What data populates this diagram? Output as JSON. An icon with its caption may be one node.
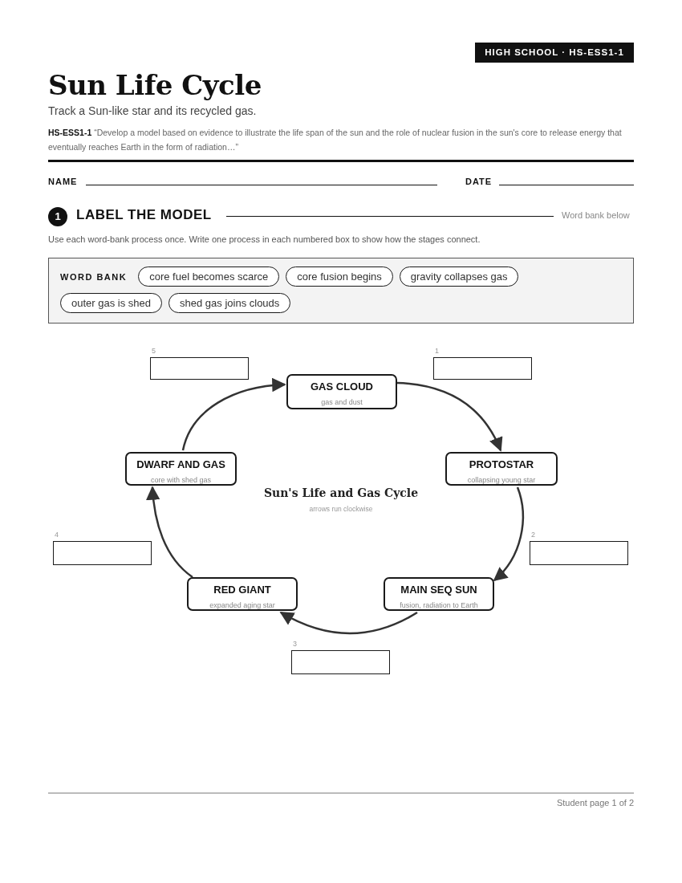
{
  "diagram": {
    "title": "Sun Life Cycle",
    "nodes": [
      {
        "text": [
          "HIGH SCHOOL · HS-ESS1-1"
        ]
      },
      {
        "text": [
          "1"
        ]
      },
      {
        "text": [
          "WORD BANK"
        ]
      },
      {
        "text": [
          "core fuel becomes scarce"
        ],
        "in": 2
      },
      {
        "text": [
          "core fusion begins"
        ],
        "in": 2
      },
      {
        "text": [
          "gravity collapses gas"
        ],
        "in": 2
      },
      {
        "text": [
          "outer gas is shed"
        ],
        "in": 2
      },
      {
        "text": [
          "shed gas joins clouds"
        ],
        "in": 2
      },
      {
        "text": [],
        "shape": "box",
        "beside": [
          "5"
        ]
      },
      {
        "text": [
          "GAS CLOUD",
          "gas and dust"
        ]
      },
      {
        "text": [],
        "shape": "box",
        "beside": [
          "1"
        ]
      },
      {
        "text": [
          "DWARF AND GAS",
          "core with shed gas"
        ]
      },
      {
        "text": [
          "PROTOSTAR",
          "collapsing young star"
        ]
      },
      {
        "text": [],
        "shape": "box",
        "beside": [
          "4"
        ]
      },
      {
        "text": [],
        "shape": "box",
        "beside": [
          "2"
        ]
      },
      {
        "text": [
          "RED GIANT",
          "expanded aging star"
        ]
      },
      {
        "text": [
          "MAIN SEQ SUN",
          "fusion, radiation to Earth"
        ]
      },
      {
        "text": [],
        "shape": "box",
        "beside": [
          "3"
        ]
      }
    ],
    "edges": [
      {
        "from": 9,
        "to": 12,
        "arrow": "to"
      },
      {
        "from": 12,
        "to": 16,
        "arrow": "to"
      },
      {
        "from": 16,
        "to": 15,
        "arrow": "to"
      },
      {
        "from": 15,
        "to": 11,
        "arrow": "to"
      },
      {
        "from": 11,
        "to": 9,
        "arrow": "to"
      }
    ],
    "labels": [
      "Track a Sun-like star and its recycled gas.",
      "**HS-ESS1-1**  “Develop a model based on evidence to illustrate the life span of the sun and the role of nuclear fusion in the sun's core to release energy that eventually reaches Earth in the form of radiation…”",
      "NAME",
      "DATE",
      "LABEL THE MODEL",
      "Word bank below",
      "Use each word-bank process once. Write one process in each numbered box to show how the stages connect.",
      "Sun's Life and Gas Cycle",
      "arrows run clockwise",
      "Student page 1 of 2"
    ]
  }
}
